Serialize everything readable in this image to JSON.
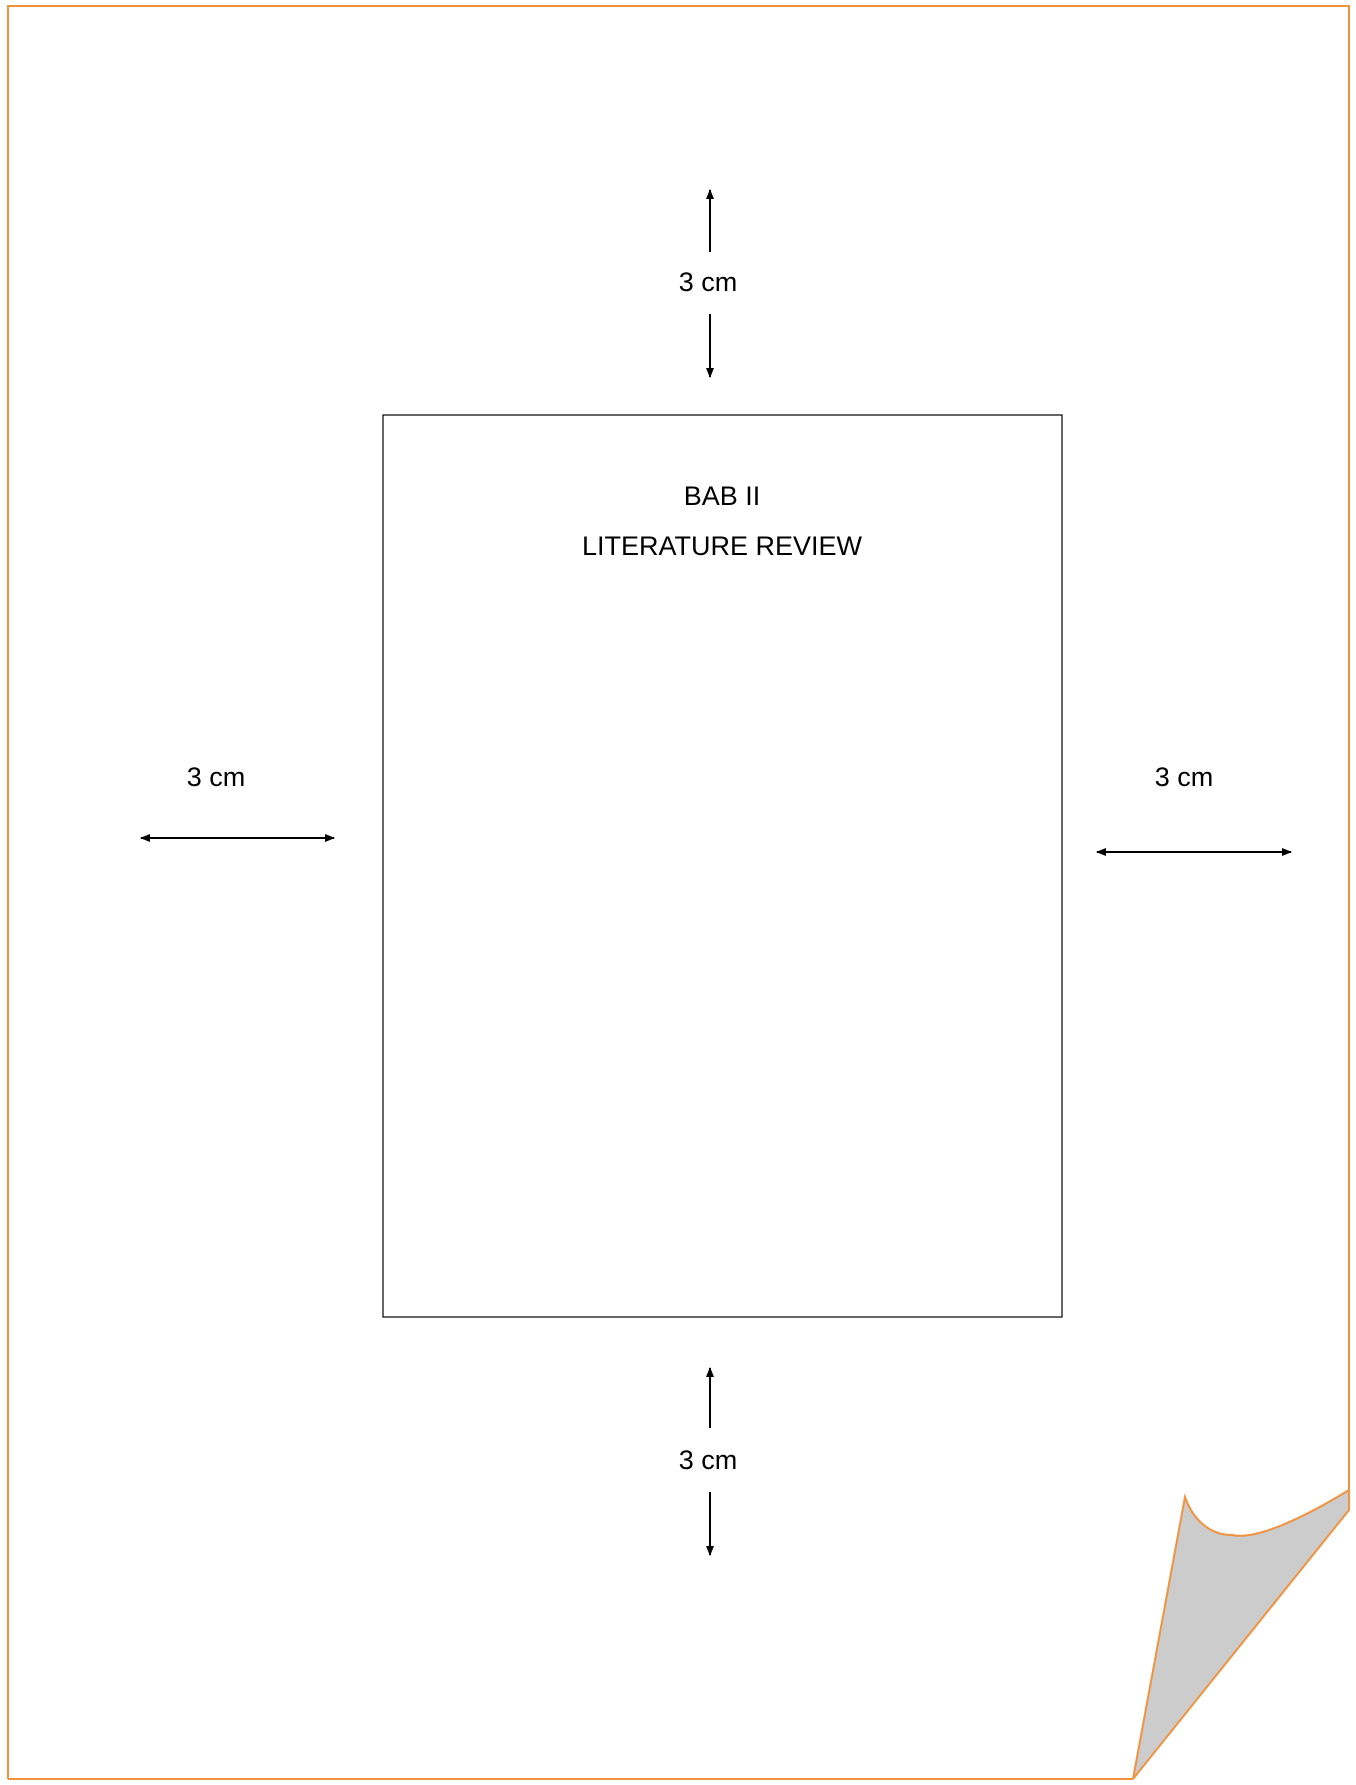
{
  "content_box": {
    "chapter": "BAB II",
    "title": "LITERATURE REVIEW"
  },
  "margins": {
    "top": "3 cm",
    "bottom": "3 cm",
    "left": "3 cm",
    "right": "3 cm"
  },
  "colors": {
    "page_border": "#f0923e",
    "page_curl_fill": "#cccccc",
    "lines": "#000000"
  }
}
